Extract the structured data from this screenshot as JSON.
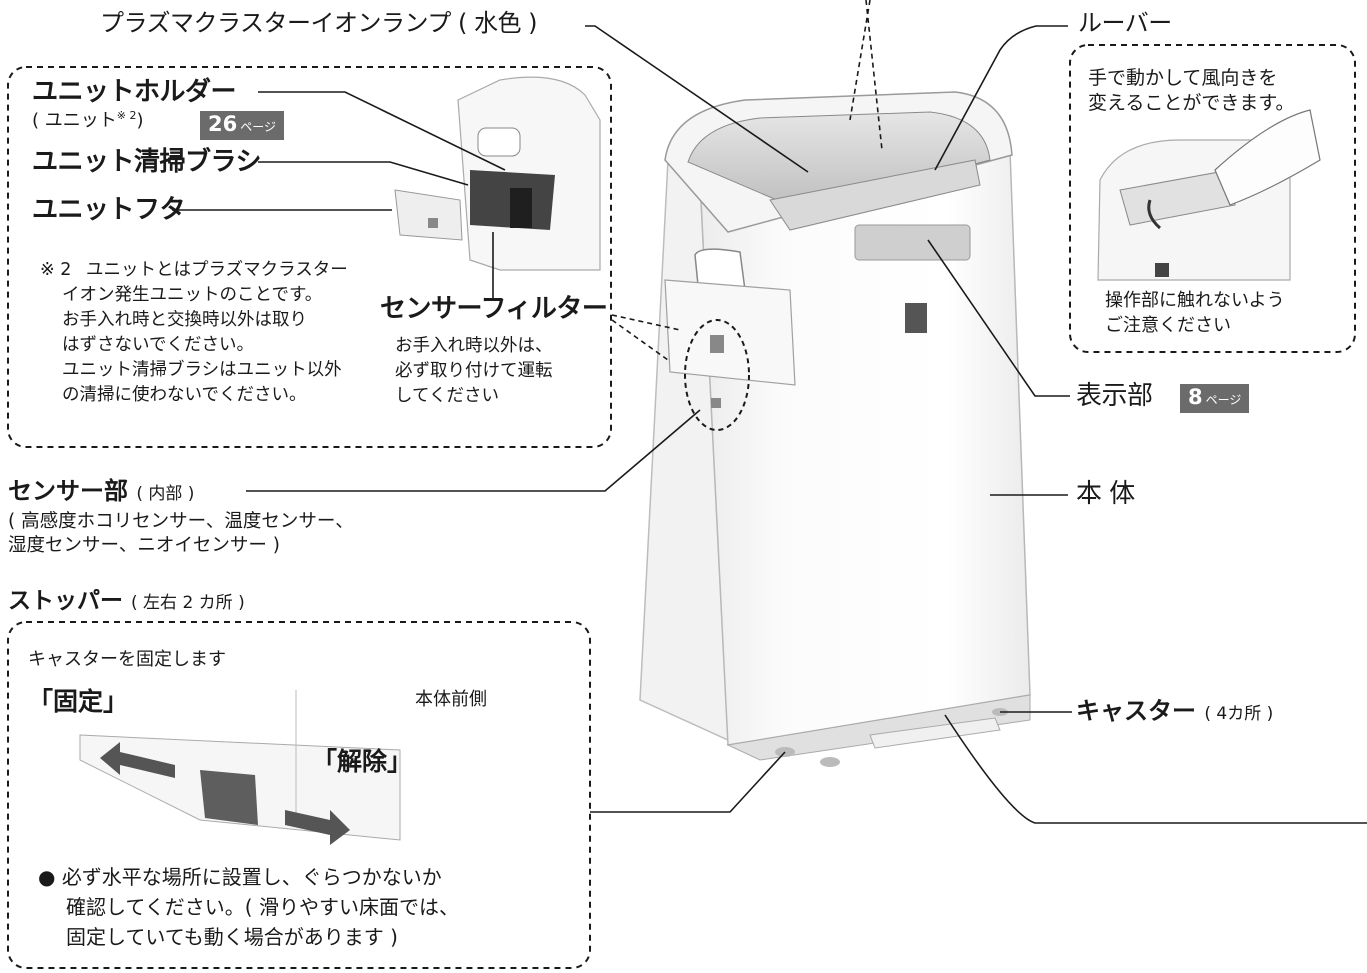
{
  "labels": {
    "plasma_lamp": "プラズマクラスターイオンランプ ( 水色 )",
    "louver": "ルーバー",
    "unit_holder": "ユニットホルダー",
    "unit_holder_sub": "( ユニット",
    "unit_holder_sub_mark": "※ 2",
    "unit_holder_sub_close": ")",
    "unit_holder_page_num": "26",
    "unit_holder_page_unit": "ページ",
    "unit_brush": "ユニット清掃ブラシ",
    "unit_cover": "ユニットフタ",
    "sensor_filter": "センサーフィルター",
    "sensor_filter_note": [
      "お手入れ時以外は、",
      "必ず取り付けて運転",
      "してください"
    ],
    "footnote_mark": "※ 2",
    "footnote_lines": [
      "ユニットとはプラズマクラスター",
      "イオン発生ユニットのことです。",
      "お手入れ時と交換時以外は取り",
      "はずさないでください。",
      "ユニット清掃ブラシはユニット以外",
      "の清掃に使わないでください。"
    ],
    "louver_note_top": [
      "手で動かして風向きを",
      "変えることができます。"
    ],
    "louver_note_bottom": [
      "操作部に触れないよう",
      "ご注意ください"
    ],
    "display": "表示部",
    "display_page_num": "8",
    "display_page_unit": "ページ",
    "main_body": "本 体",
    "sensor_part": "センサー部",
    "sensor_part_inner": "( 内部 )",
    "sensor_part_list": [
      "( 高感度ホコリセンサー、温度センサー、",
      "湿度センサー、ニオイセンサー )"
    ],
    "stopper": "ストッパー",
    "stopper_sub": "( 左右 2 カ所 )",
    "stopper_desc": "キャスターを固定します",
    "fixed": "「固定」",
    "release": "「解除」",
    "body_front": "本体前側",
    "caster": "キャスター",
    "caster_sub": "( 4カ所 )",
    "bullet": "●",
    "stopper_warning": [
      "必ず水平な場所に設置し、ぐらつかないか",
      "確認してください。( 滑りやすい床面では、",
      "固定していても動く場合があります )"
    ]
  },
  "colors": {
    "line": "#1a1a1a",
    "badge": "#6b6b6b",
    "body_fill": "#fbfbfb",
    "body_shadow": "#e3e3e3",
    "grill": "#c9c9c9"
  }
}
